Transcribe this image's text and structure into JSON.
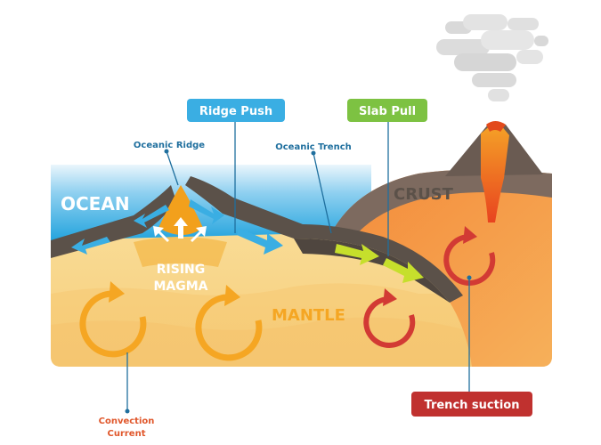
{
  "labels": {
    "ocean": "OCEAN",
    "crust": "CRUST",
    "mantle": "MANTLE",
    "rising_magma_1": "RISING",
    "rising_magma_2": "MAGMA",
    "oceanic_ridge": "Oceanic Ridge",
    "oceanic_trench": "Oceanic Trench",
    "ridge_push": "Ridge Push",
    "slab_pull": "Slab Pull",
    "trench_suction": "Trench suction",
    "convection_current_1": "Convection",
    "convection_current_2": "Current"
  },
  "colors": {
    "ridge_push_badge": "#3aaee3",
    "slab_pull_badge": "#7dc242",
    "trench_suction_badge": "#c0312f",
    "convection": "#f5a623",
    "suction_arrows": "#d23a34",
    "plate": "#5b5149",
    "ocean_top": "#eaf6fc",
    "ocean_bottom": "#1aa0dc",
    "mantle": "#f8d48a",
    "crust_fill": "#f39a44",
    "magma": "#f2a01c",
    "callout_text": "#1f6f9e",
    "convection_label": "#e0572b"
  },
  "icons": {
    "smoke": "smoke-cloud-icon",
    "volcano": "volcano-icon"
  }
}
